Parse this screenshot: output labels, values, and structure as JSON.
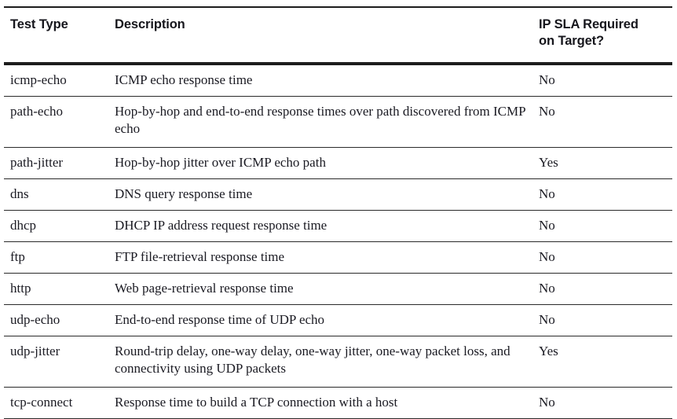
{
  "table": {
    "columns": [
      {
        "key": "test_type",
        "label": "Test Type"
      },
      {
        "key": "description",
        "label": "Description"
      },
      {
        "key": "required",
        "label": "IP SLA Required on Target?"
      }
    ],
    "header": {
      "col1": "Test Type",
      "col2": "Description",
      "col3_line1": "IP SLA Required",
      "col3_line2": "on Target?"
    },
    "rows": [
      {
        "test_type": "icmp-echo",
        "description": "ICMP echo response time",
        "required": "No"
      },
      {
        "test_type": "path-echo",
        "description": "Hop-by-hop and end-to-end response times over path discovered from ICMP echo",
        "required": "No"
      },
      {
        "test_type": "path-jitter",
        "description": "Hop-by-hop jitter over ICMP echo path",
        "required": "Yes"
      },
      {
        "test_type": "dns",
        "description": "DNS query response time",
        "required": "No"
      },
      {
        "test_type": "dhcp",
        "description": "DHCP IP address request response time",
        "required": "No"
      },
      {
        "test_type": "ftp",
        "description": "FTP file-retrieval response time",
        "required": "No"
      },
      {
        "test_type": "http",
        "description": "Web page-retrieval response time",
        "required": "No"
      },
      {
        "test_type": "udp-echo",
        "description": "End-to-end response time of UDP echo",
        "required": "No"
      },
      {
        "test_type": "udp-jitter",
        "description": "Round-trip delay, one-way delay, one-way jitter, one-way packet loss, and connectivity using UDP packets",
        "required": "Yes"
      },
      {
        "test_type": "tcp-connect",
        "description": "Response time to build a TCP connection with a host",
        "required": "No"
      }
    ]
  },
  "colors": {
    "background": "#ffffff",
    "text": "#1a1a22",
    "rule": "#1c1c1c"
  }
}
